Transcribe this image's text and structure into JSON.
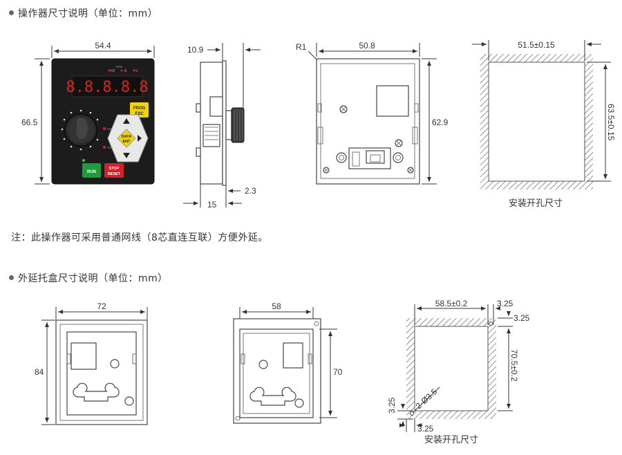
{
  "headings": {
    "operator": "操作器尺寸说明（单位：mm）",
    "tray": "外延托盒尺寸说明（单位：mm）"
  },
  "note": "注：此操作器可采用普通网线（8芯直连互联）方便外延。",
  "operator": {
    "front_width": "54.4",
    "front_height": "66.5",
    "side_top": "10.9",
    "side_bottom": "15",
    "side_offset": "2.3",
    "back_radius": "R1",
    "back_width": "50.8",
    "back_height": "62.9",
    "cutout_width": "51.5±0.15",
    "cutout_height": "63.5±0.15",
    "cutout_caption": "安装开孔尺寸",
    "keys": {
      "prog": "PROG",
      "esc": "ESC",
      "data": "DATA",
      "ent": "ENT",
      "run": "RUN",
      "stop": "STOP",
      "reset": "RESET",
      "fwd": "FWD",
      "trip": "TRIP",
      "display": "8.8.8.8.8",
      "unit_hz": "HZ",
      "unit_a": "A",
      "unit_v": "V",
      "unit_rpm": "RPM"
    }
  },
  "tray": {
    "front_width": "72",
    "front_height": "84",
    "back_width": "58",
    "back_height": "70",
    "cutout_width": "58.5±0.2",
    "cutout_height": "70.5±0.2",
    "corner_right": "3.25",
    "corner_top": "3.25",
    "corner_left": "3.25",
    "corner_bottom": "3.25",
    "hole": "2-Ø3.5",
    "cutout_caption": "安装开孔尺寸"
  },
  "colors": {
    "panel": "#1c1c1c",
    "led": "#e0231b",
    "prog_key": "#f3d400",
    "run_key": "#1f9c3a",
    "stop_key": "#d81e2a",
    "hatch": "#666666"
  }
}
